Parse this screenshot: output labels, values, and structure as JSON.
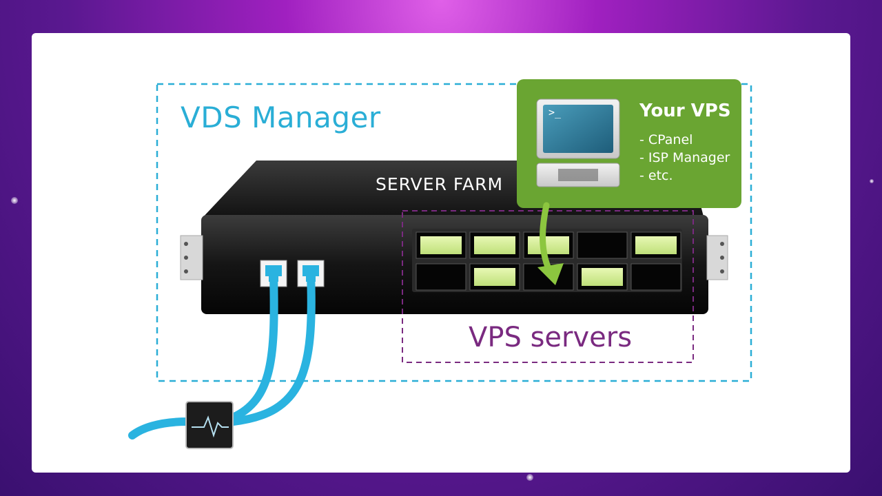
{
  "diagram": {
    "vds_manager_label": "VDS Manager",
    "server_farm_label": "SERVER  FARM",
    "vps_servers_label": "VPS servers",
    "your_vps": {
      "title": "Your VPS",
      "items": [
        "- CPanel",
        "- ISP Manager",
        "- etc."
      ]
    },
    "terminal_prompt": ">_",
    "slots": {
      "top_row": [
        "lit",
        "lit",
        "lit",
        "dark",
        "lit"
      ],
      "bottom_row": [
        "dark",
        "lit",
        "dark",
        "lit",
        "dark"
      ]
    }
  },
  "colors": {
    "vds_border": "#2aaed6",
    "vps_border": "#7a2a80",
    "cable": "#2ab3e0",
    "slot_lit": "#d6f09a",
    "arrow": "#8cc63f"
  },
  "icons": [
    "terminal-monitor-icon",
    "ethernet-port-icon",
    "network-switch-icon",
    "arrow-down-icon"
  ]
}
